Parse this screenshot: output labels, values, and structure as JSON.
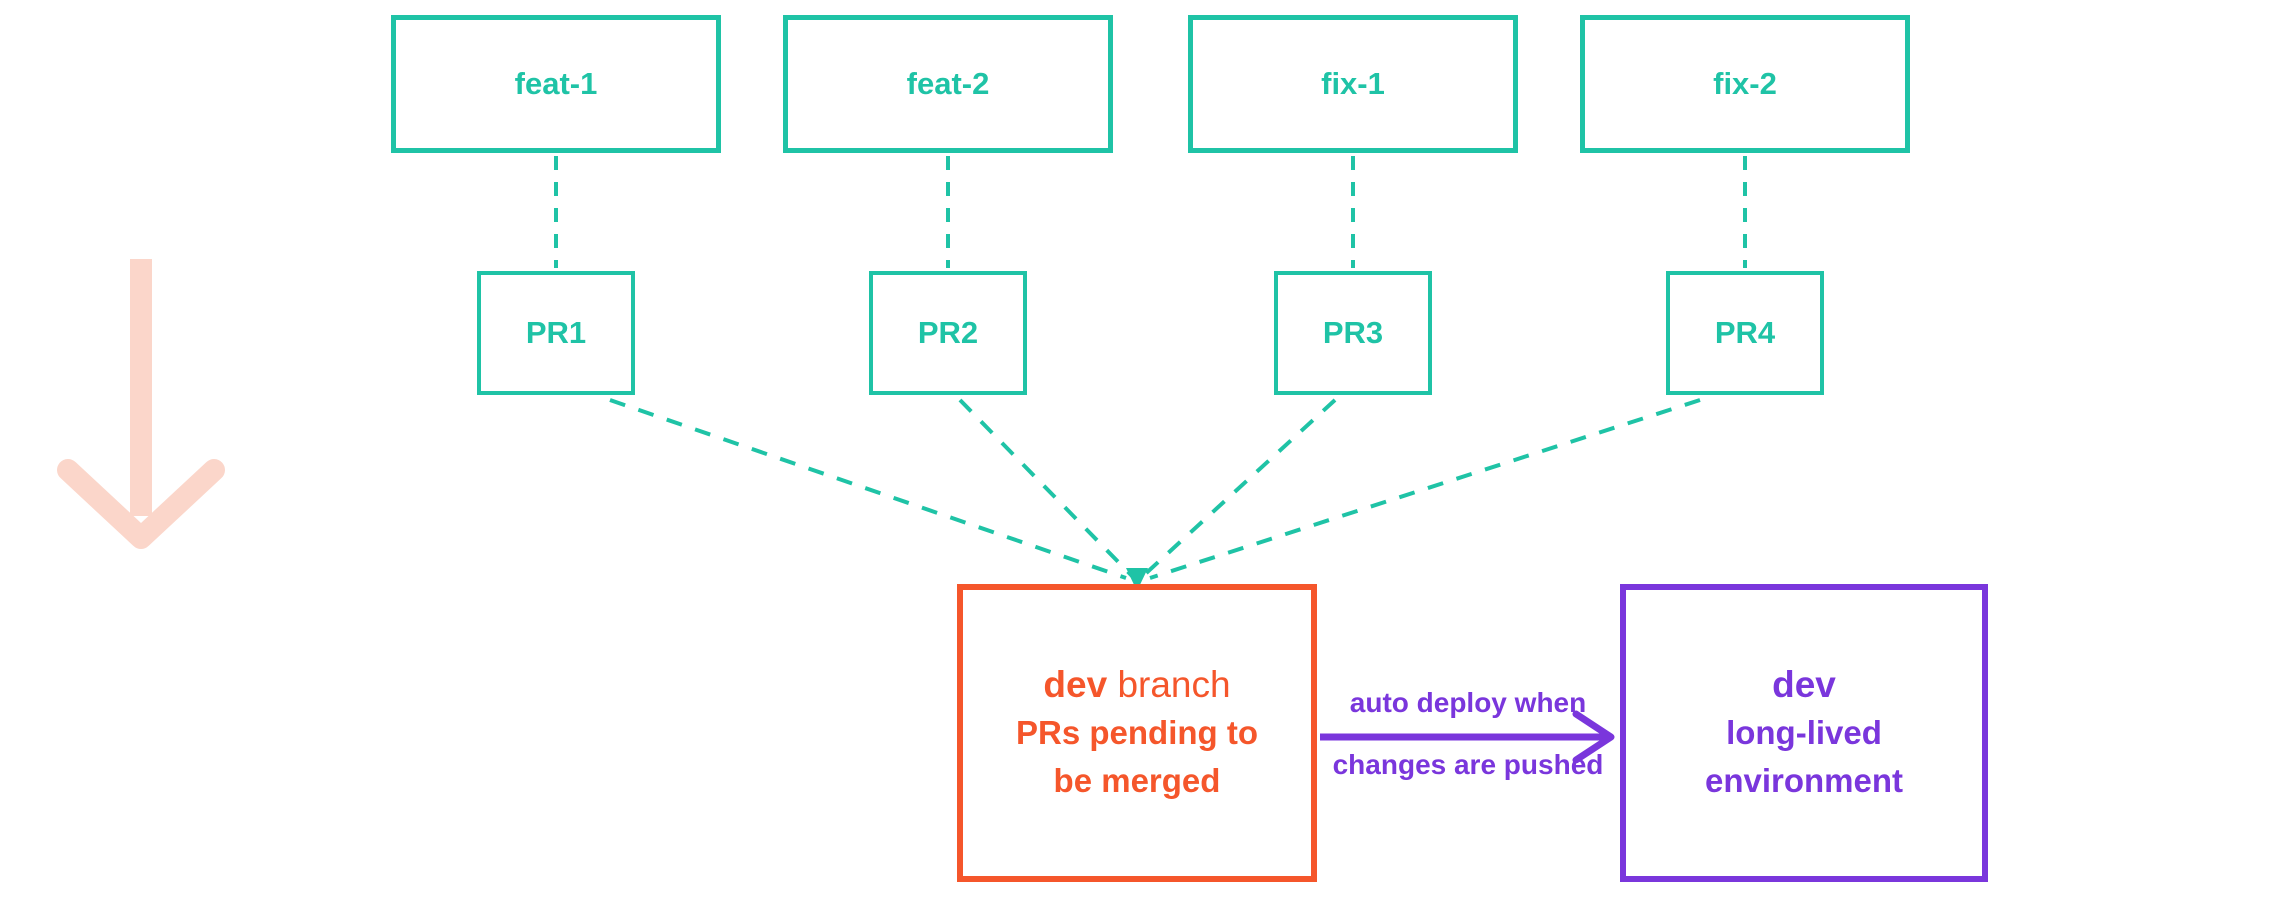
{
  "diagram": {
    "branch_boxes": [
      {
        "label": "feat-1"
      },
      {
        "label": "feat-2"
      },
      {
        "label": "fix-1"
      },
      {
        "label": "fix-2"
      }
    ],
    "pr_boxes": [
      {
        "label": "PR1"
      },
      {
        "label": "PR2"
      },
      {
        "label": "PR3"
      },
      {
        "label": "PR4"
      }
    ],
    "dev_branch_box": {
      "title_bold": "dev",
      "title_rest": " branch",
      "subtitle_line1": "PRs pending to",
      "subtitle_line2": "be merged"
    },
    "deploy_arrow": {
      "label_line1": "auto deploy when",
      "label_line2": "changes are pushed"
    },
    "dev_env_box": {
      "title": "dev",
      "subtitle_line1": "long-lived",
      "subtitle_line2": "environment"
    },
    "colors": {
      "teal": "#1fc3a6",
      "orange": "#f5562b",
      "purple": "#7a36dc",
      "pink": "#fbd6ca"
    }
  }
}
